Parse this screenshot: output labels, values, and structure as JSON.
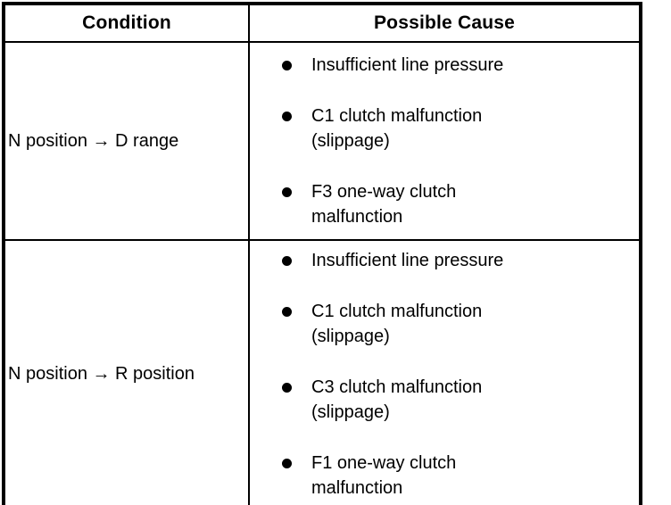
{
  "colors": {
    "text": "#000000",
    "background": "#ffffff",
    "border": "#000000"
  },
  "icons": {
    "bullet": "filled-circle"
  },
  "table": {
    "headers": {
      "condition": "Condition",
      "cause": "Possible Cause"
    },
    "rows": [
      {
        "condition": "N position → D range",
        "causes": [
          "Insufficient line pressure",
          "C1 clutch malfunction\n(slippage)",
          "F3 one-way clutch\nmalfunction"
        ]
      },
      {
        "condition": "N position → R position",
        "causes": [
          "Insufficient line pressure",
          "C1 clutch malfunction\n(slippage)",
          "C3 clutch malfunction\n(slippage)",
          "F1 one-way clutch\nmalfunction"
        ]
      }
    ]
  }
}
